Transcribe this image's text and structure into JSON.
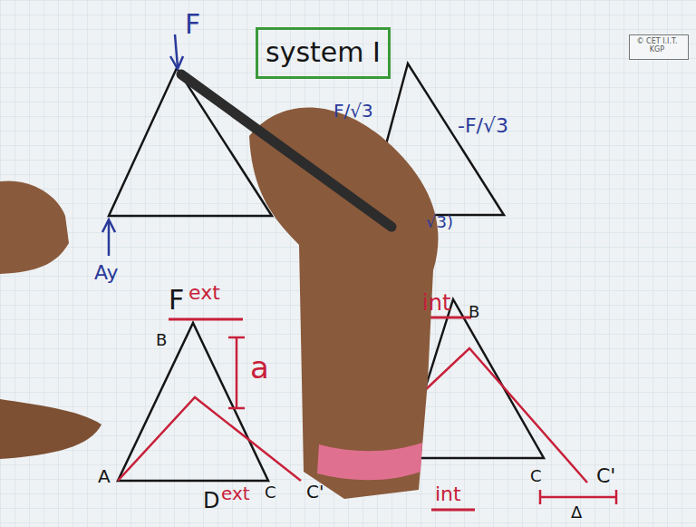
{
  "diagram": {
    "nodes": [
      {
        "text": [
          "system I"
        ]
      },
      {
        "text": [
          "© CET I.I.T. KGP"
        ]
      }
    ],
    "labels": [
      "F",
      "F/√3",
      "-F/√3",
      "√3)",
      "Ay",
      "F",
      "ext",
      "a",
      "B",
      "A",
      "C",
      "C'",
      "D",
      "ext",
      "int",
      "B",
      "C",
      "C'",
      "Δ",
      "int"
    ]
  }
}
